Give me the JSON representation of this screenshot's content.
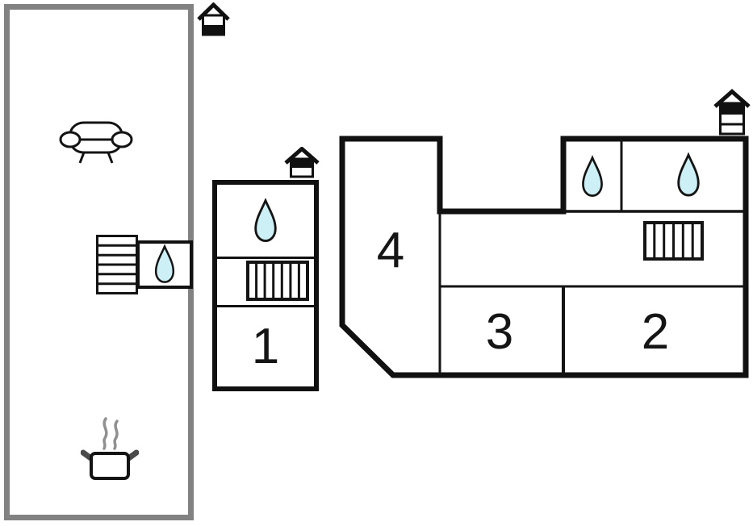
{
  "diagram_type": "floor-plan",
  "colors": {
    "background": "#ffffff",
    "wall_black": "#111111",
    "annex_wall_gray": "#828282",
    "water_drop_fill": "#cdf0f6",
    "water_drop_outline": "#141414",
    "steam_gray": "#909090",
    "pot_handle_gray": "#4a4a4a"
  },
  "rooms": [
    {
      "id": "room-1",
      "label": "1"
    },
    {
      "id": "room-2",
      "label": "2"
    },
    {
      "id": "room-3",
      "label": "3"
    },
    {
      "id": "room-4",
      "label": "4"
    }
  ],
  "icons": [
    {
      "name": "house-marker-icon",
      "meaning": "entrance marker (roof over square)",
      "count": 3
    },
    {
      "name": "water-drop-icon",
      "meaning": "water / wet room",
      "count": 4
    },
    {
      "name": "radiator-icon",
      "meaning": "radiator / heater",
      "count": 2
    },
    {
      "name": "stairs-icon",
      "meaning": "stairs",
      "count": 1
    },
    {
      "name": "sofa-icon",
      "meaning": "living room sofa",
      "count": 1
    },
    {
      "name": "cooking-pot-icon",
      "meaning": "kitchen",
      "count": 1
    }
  ]
}
